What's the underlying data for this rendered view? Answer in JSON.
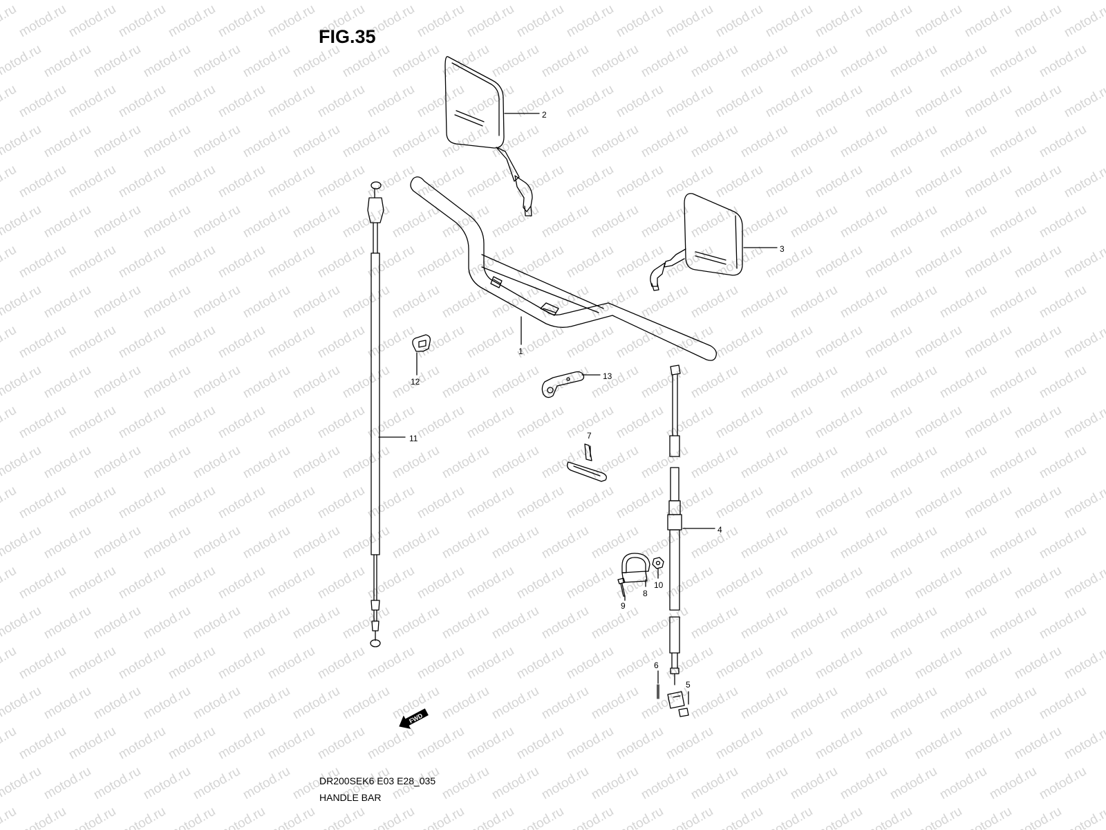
{
  "figure": {
    "title": "FIG.35"
  },
  "watermark": {
    "text": "motod.ru",
    "color": "#d4d4d4"
  },
  "callouts": [
    "1",
    "2",
    "3",
    "4",
    "5",
    "6",
    "7",
    "8",
    "9",
    "10",
    "11",
    "12",
    "13"
  ],
  "fwd_label": "FWD",
  "footer": {
    "code": "DR200SEK6 E03 E28_035",
    "name": "HANDLE BAR"
  }
}
